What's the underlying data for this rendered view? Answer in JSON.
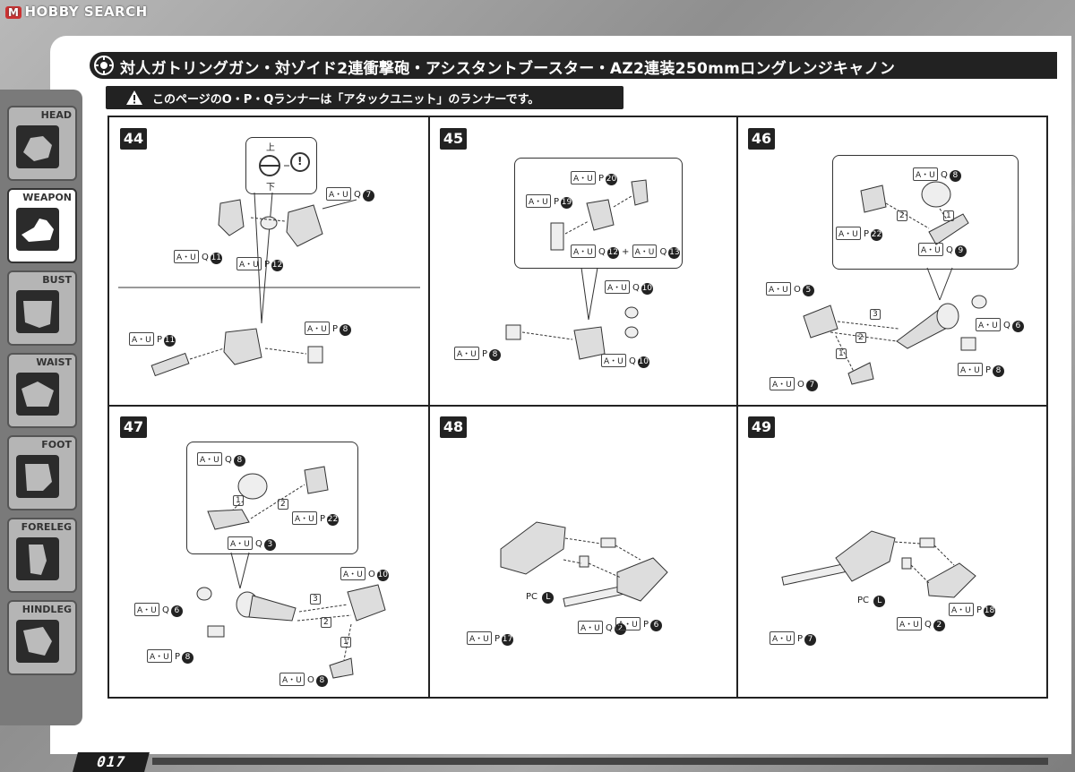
{
  "logo": {
    "text": "HOBBY SEARCH"
  },
  "title": {
    "text": "対人ガトリングガン・対ゾイド2連衝撃砲・アシスタントブースター・AZ2連装250mmロングレンジキャノン"
  },
  "notice": {
    "text": "このページのO・P・Qランナーは「アタックユニット」のランナーです。"
  },
  "page_number": "017",
  "sidebar": {
    "tabs": [
      {
        "label": "HEAD"
      },
      {
        "label": "WEAPON"
      },
      {
        "label": "BUST"
      },
      {
        "label": "WAIST"
      },
      {
        "label": "FOOT"
      },
      {
        "label": "FORELEG"
      },
      {
        "label": "HINDLEG"
      }
    ],
    "active": "WEAPON"
  },
  "inset44": {
    "up": "上",
    "down": "下",
    "alert": "!"
  },
  "steps": [
    {
      "number": "44",
      "labels": [
        {
          "ref": "A・U",
          "runner": "Q",
          "part": "7"
        },
        {
          "ref": "A・U",
          "runner": "Q",
          "part": "11"
        },
        {
          "ref": "A・U",
          "runner": "P",
          "part": "12"
        },
        {
          "ref": "A・U",
          "runner": "P",
          "part": "11"
        },
        {
          "ref": "A・U",
          "runner": "P",
          "part": "8"
        }
      ]
    },
    {
      "number": "45",
      "labels": [
        {
          "ref": "A・U",
          "runner": "P",
          "part": "20"
        },
        {
          "ref": "A・U",
          "runner": "P",
          "part": "19"
        },
        {
          "ref": "A・U",
          "runner": "Q",
          "part": "12",
          "plus": "+",
          "ref2": "A・U",
          "runner2": "Q",
          "part2": "13"
        },
        {
          "ref": "A・U",
          "runner": "Q",
          "part": "10"
        },
        {
          "ref": "A・U",
          "runner": "P",
          "part": "8"
        },
        {
          "ref": "A・U",
          "runner": "Q",
          "part": "10"
        }
      ]
    },
    {
      "number": "46",
      "labels": [
        {
          "ref": "A・U",
          "runner": "Q",
          "part": "8"
        },
        {
          "ref": "A・U",
          "runner": "P",
          "part": "22"
        },
        {
          "ref": "A・U",
          "runner": "Q",
          "part": "9"
        },
        {
          "ref": "A・U",
          "runner": "O",
          "part": "5"
        },
        {
          "ref": "A・U",
          "runner": "Q",
          "part": "6"
        },
        {
          "ref": "A・U",
          "runner": "P",
          "part": "8"
        },
        {
          "ref": "A・U",
          "runner": "O",
          "part": "7"
        }
      ],
      "steps": [
        "1",
        "2",
        "3",
        "2",
        "1"
      ]
    },
    {
      "number": "47",
      "labels": [
        {
          "ref": "A・U",
          "runner": "Q",
          "part": "8"
        },
        {
          "ref": "A・U",
          "runner": "P",
          "part": "22"
        },
        {
          "ref": "A・U",
          "runner": "Q",
          "part": "3"
        },
        {
          "ref": "A・U",
          "runner": "O",
          "part": "10"
        },
        {
          "ref": "A・U",
          "runner": "Q",
          "part": "6"
        },
        {
          "ref": "A・U",
          "runner": "P",
          "part": "8"
        },
        {
          "ref": "A・U",
          "runner": "O",
          "part": "8"
        }
      ],
      "steps": [
        "1",
        "2",
        "3",
        "2",
        "1"
      ]
    },
    {
      "number": "48",
      "labels": [
        {
          "ref": "A・U",
          "runner": "P",
          "part": "17"
        },
        {
          "ref": "A・U",
          "runner": "Q",
          "part": "2"
        },
        {
          "ref": "PC",
          "runner": "",
          "part": "L"
        },
        {
          "ref": "A・U",
          "runner": "P",
          "part": "6"
        }
      ]
    },
    {
      "number": "49",
      "labels": [
        {
          "ref": "A・U",
          "runner": "P",
          "part": "7"
        },
        {
          "ref": "A・U",
          "runner": "Q",
          "part": "2"
        },
        {
          "ref": "PC",
          "runner": "",
          "part": "L"
        },
        {
          "ref": "A・U",
          "runner": "P",
          "part": "18"
        }
      ]
    }
  ]
}
